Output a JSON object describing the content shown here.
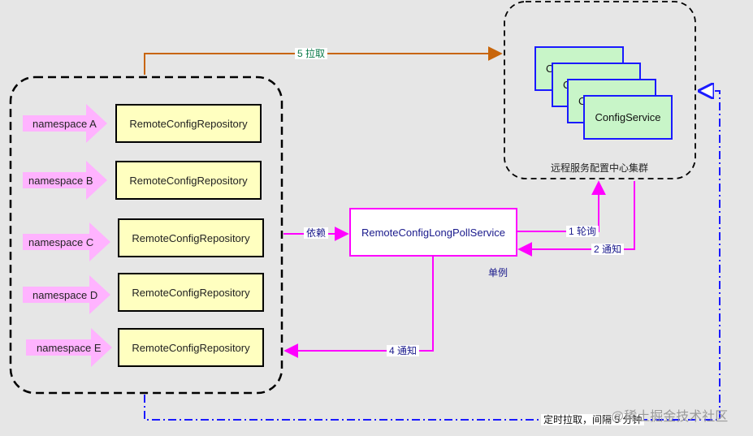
{
  "namespaces": [
    "namespace A",
    "namespace B",
    "namespace C",
    "namespace D",
    "namespace E"
  ],
  "repository_label": "RemoteConfigRepository",
  "config_service": {
    "label": "ConfigService",
    "stack_peek_letter": "C"
  },
  "cluster_label": "远程服务配置中心集群",
  "poll_service": {
    "label": "RemoteConfigLongPollService",
    "note": "单例"
  },
  "edges": {
    "depends": "依赖",
    "poll": "1 轮询",
    "notify2": "2 通知",
    "notify4": "4 通知",
    "pull5": "5 拉取",
    "scheduled": "定时拉取，间隔 5 分钟"
  },
  "watermark": "@稀土掘金技术社区"
}
